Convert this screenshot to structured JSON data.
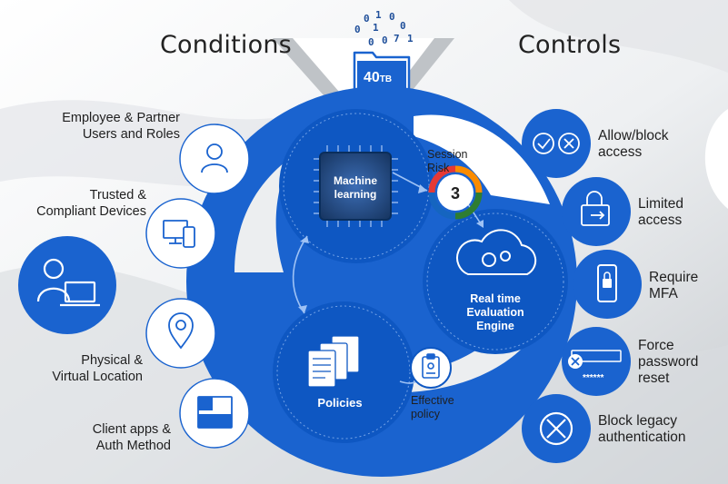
{
  "headings": {
    "conditions": "Conditions",
    "controls": "Controls"
  },
  "storage": {
    "size": "40",
    "unit": "TB"
  },
  "conditions": [
    {
      "line1": "Employee & Partner",
      "line2": "Users and Roles",
      "icon": "user-icon"
    },
    {
      "line1": "Trusted &",
      "line2": "Compliant Devices",
      "icon": "devices-icon"
    },
    {
      "line1": "",
      "line2": "",
      "icon": "user-laptop-icon"
    },
    {
      "line1": "Physical &",
      "line2": "Virtual Location",
      "icon": "location-pin-icon"
    },
    {
      "line1": "Client apps &",
      "line2": "Auth Method",
      "icon": "app-window-icon"
    }
  ],
  "controls": [
    {
      "line1": "Allow/block",
      "line2": "access",
      "line3": "",
      "icon": "allow-block-icon"
    },
    {
      "line1": "Limited",
      "line2": "access",
      "line3": "",
      "icon": "limited-access-icon"
    },
    {
      "line1": "Require",
      "line2": "MFA",
      "line3": "",
      "icon": "mfa-phone-icon"
    },
    {
      "line1": "Force",
      "line2": "password",
      "line3": "reset",
      "icon": "password-reset-icon"
    },
    {
      "line1": "Block legacy",
      "line2": "authentication",
      "line3": "",
      "icon": "block-legacy-icon"
    }
  ],
  "engine": {
    "ml_line1": "Machine",
    "ml_line2": "learning",
    "risk_line1": "Session",
    "risk_line2": "Risk",
    "risk_value": "3",
    "eval_line1": "Real time",
    "eval_line2": "Evaluation",
    "eval_line3": "Engine",
    "policies": "Policies",
    "effective_line1": "Effective",
    "effective_line2": "policy"
  },
  "password_mask": "******",
  "colors": {
    "blue": "#1a63cf",
    "dark_blue": "#0b4ea8",
    "gray": "#bfc3c7"
  }
}
